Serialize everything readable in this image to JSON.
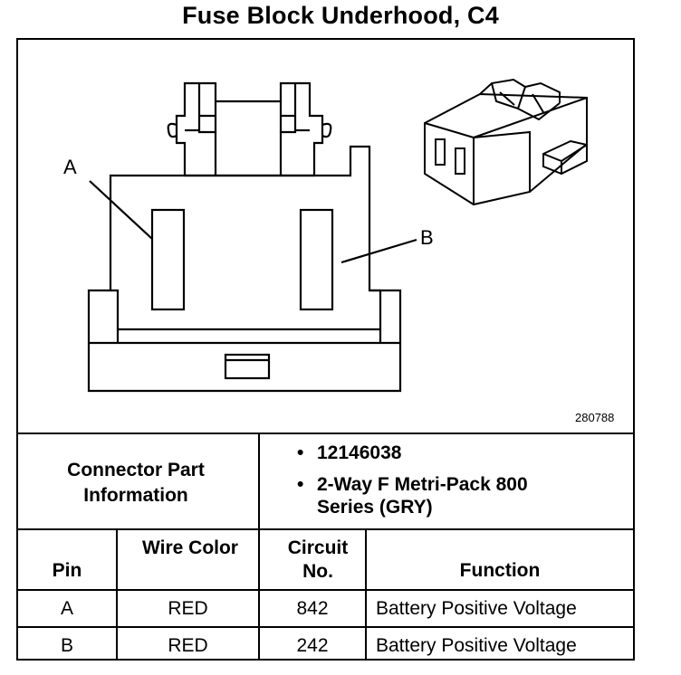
{
  "title": "Fuse Block Underhood, C4",
  "figure": {
    "figure_number": "280788",
    "pin_labels": [
      "A",
      "B"
    ]
  },
  "connector_info": {
    "label": "Connector Part Information",
    "items": [
      "12146038",
      "2-Way F Metri-Pack 800 Series (GRY)"
    ]
  },
  "table": {
    "headers": {
      "pin": "Pin",
      "wire_color": "Wire Color",
      "circuit_no": "Circuit No.",
      "function": "Function"
    },
    "rows": [
      {
        "pin": "A",
        "wire_color": "RED",
        "circuit_no": "842",
        "function": "Battery Positive Voltage"
      },
      {
        "pin": "B",
        "wire_color": "RED",
        "circuit_no": "242",
        "function": "Battery Positive Voltage"
      }
    ]
  }
}
